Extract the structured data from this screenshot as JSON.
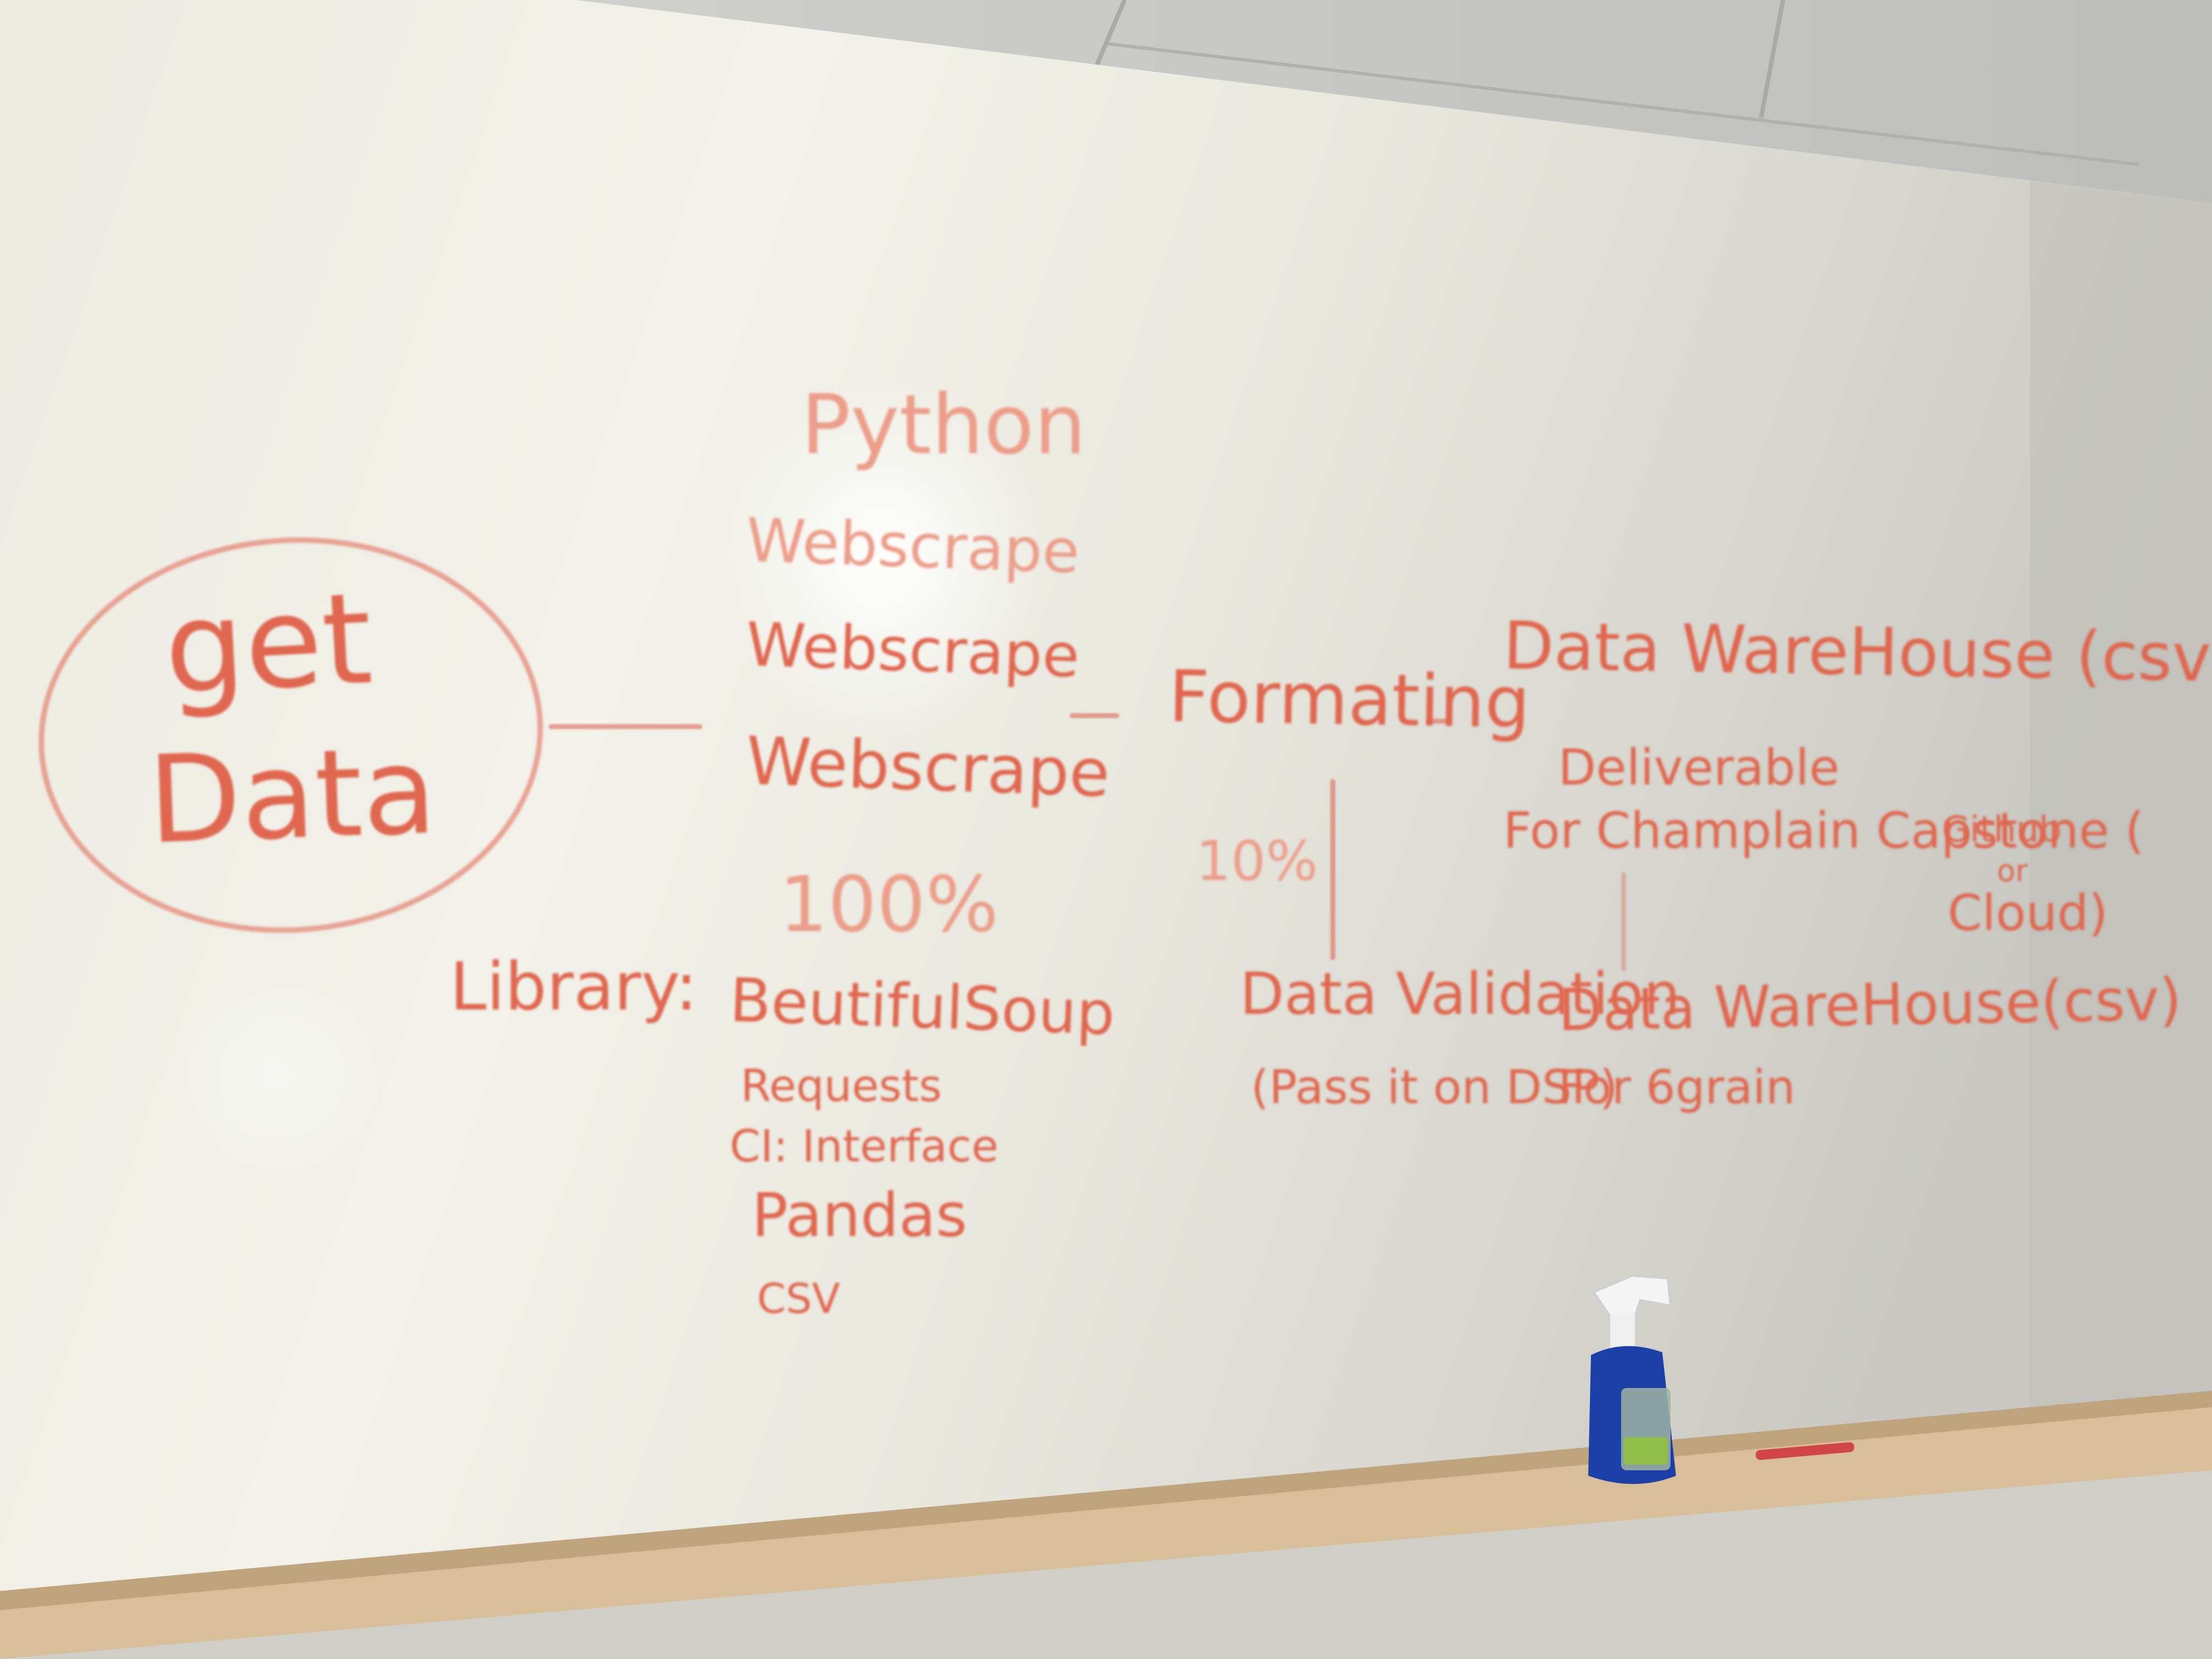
{
  "whiteboard": {
    "get_data": [
      "get",
      "Data"
    ],
    "python": "Python",
    "webscrape_lines": [
      "Webscrape",
      "Webscrape",
      "Webscrape"
    ],
    "percent_left": "100%",
    "formatting": "Formating",
    "percent_mid": "10%",
    "warehouse_top": "Data WareHouse (csv)",
    "deliverable": "Deliverable",
    "for_champlain": "For Champlain Capstone (",
    "github": "Github",
    "or": "or",
    "cloud": "Cloud)",
    "library_label": "Library:",
    "libraries": [
      "BeutifulSoup",
      "Requests",
      "CI: Interface",
      "Pandas",
      "CSV"
    ],
    "data_validation": "Data Validation",
    "pass_it": "(Pass it on DSP)",
    "warehouse_bottom": "Data WareHouse(csv)",
    "for_6grain": "For 6grain"
  },
  "colors": {
    "marker": "#e0674f",
    "board": "#f1f1e9",
    "tray": "#d8bf9a",
    "bottle": "#1d3fa8"
  },
  "objects": {
    "spray_bottle": "spray-bottle"
  }
}
